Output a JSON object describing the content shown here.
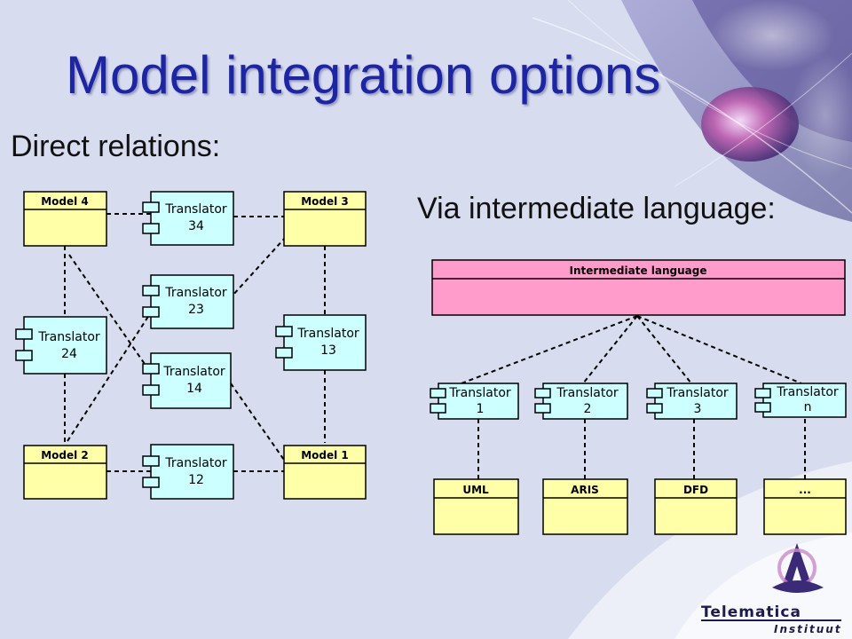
{
  "slide": {
    "title": "Model integration options",
    "subtitle": "Direct relations:",
    "via_label": "Via intermediate language:"
  },
  "direct": {
    "models": {
      "m4": "Model 4",
      "m3": "Model 3",
      "m2": "Model 2",
      "m1": "Model 1"
    },
    "translators": {
      "t34": [
        "Translator",
        "34"
      ],
      "t23": [
        "Translator",
        "23"
      ],
      "t24": [
        "Translator",
        "24"
      ],
      "t13": [
        "Translator",
        "13"
      ],
      "t14": [
        "Translator",
        "14"
      ],
      "t12": [
        "Translator",
        "12"
      ]
    }
  },
  "via": {
    "intermediate": "Intermediate language",
    "translators": [
      [
        "Translator",
        "1"
      ],
      [
        "Translator",
        "2"
      ],
      [
        "Translator",
        "3"
      ],
      [
        "Translator",
        "n"
      ]
    ],
    "models": [
      "UML",
      "ARIS",
      "DFD",
      "..."
    ]
  },
  "logo": {
    "name": "Telematica",
    "sub": "Instituut"
  },
  "colors": {
    "background": "#d7dcef",
    "title": "#1c24a8",
    "model_fill": "#ffffa8",
    "translator_fill": "#ccffff",
    "intermediate_fill": "#ff9ccc"
  }
}
